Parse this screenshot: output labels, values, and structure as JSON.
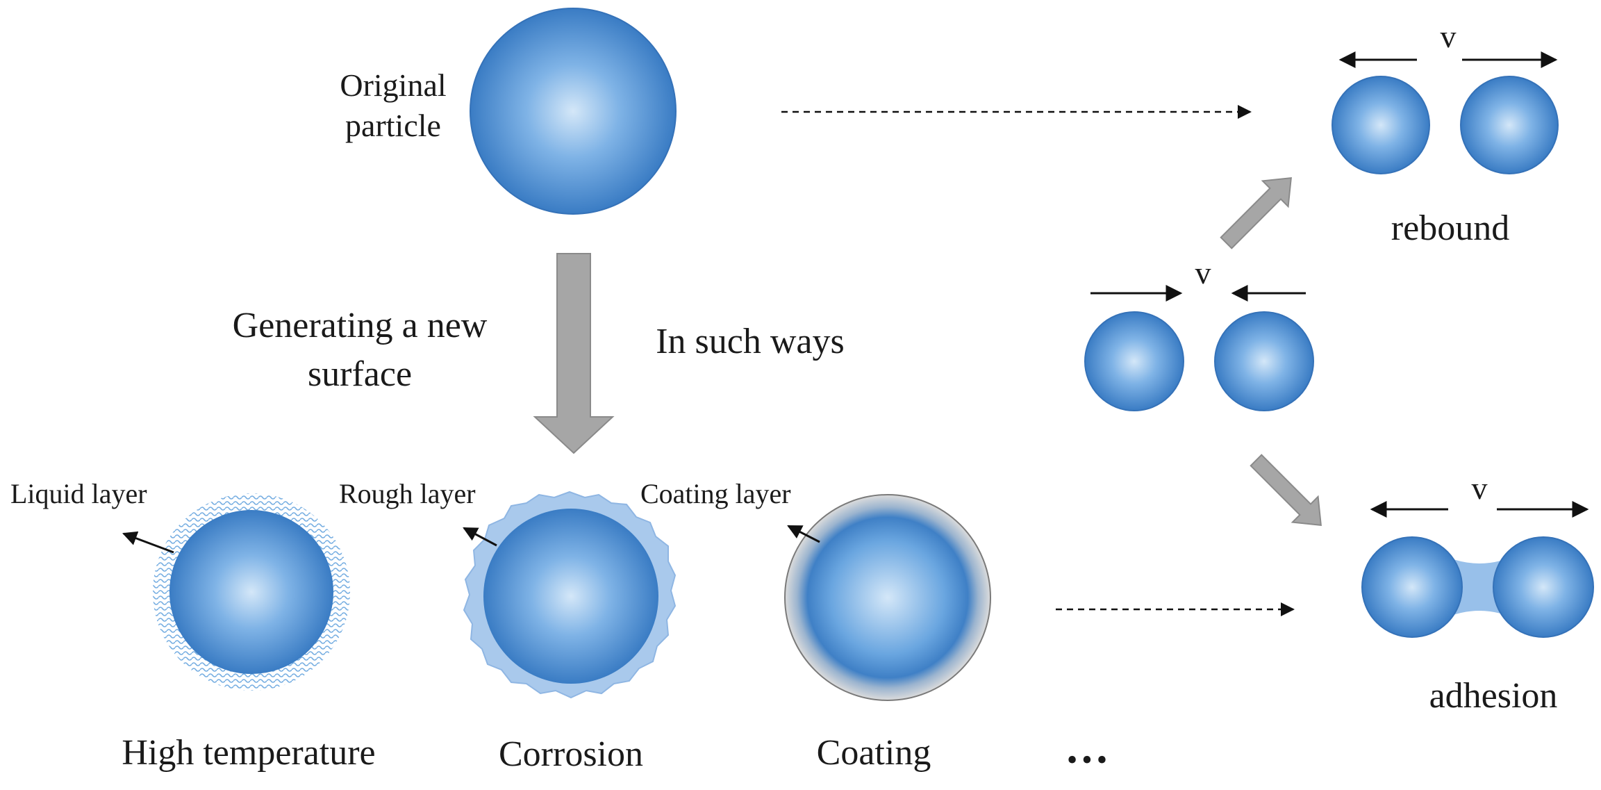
{
  "labels": {
    "original_particle_line1": "Original",
    "original_particle_line2": "particle",
    "generating_line1": "Generating a new",
    "generating_line2": "surface",
    "in_such_ways": "In such ways",
    "liquid_layer": "Liquid layer",
    "rough_layer": "Rough layer",
    "coating_layer": "Coating layer",
    "high_temperature": "High temperature",
    "corrosion": "Corrosion",
    "coating": "Coating",
    "ellipsis": "•••",
    "rebound": "rebound",
    "adhesion": "adhesion",
    "velocity_symbol": "v"
  },
  "colors": {
    "particle_light": "#cfe3f6",
    "particle_mid": "#5d9fdc",
    "particle_dark": "#2f6fb6",
    "arrow_gray": "#a6a6a6",
    "arrow_gray_edge": "#8a8a8a",
    "coating_gray": "#d9d9d9",
    "ink": "#1a1a1a"
  }
}
